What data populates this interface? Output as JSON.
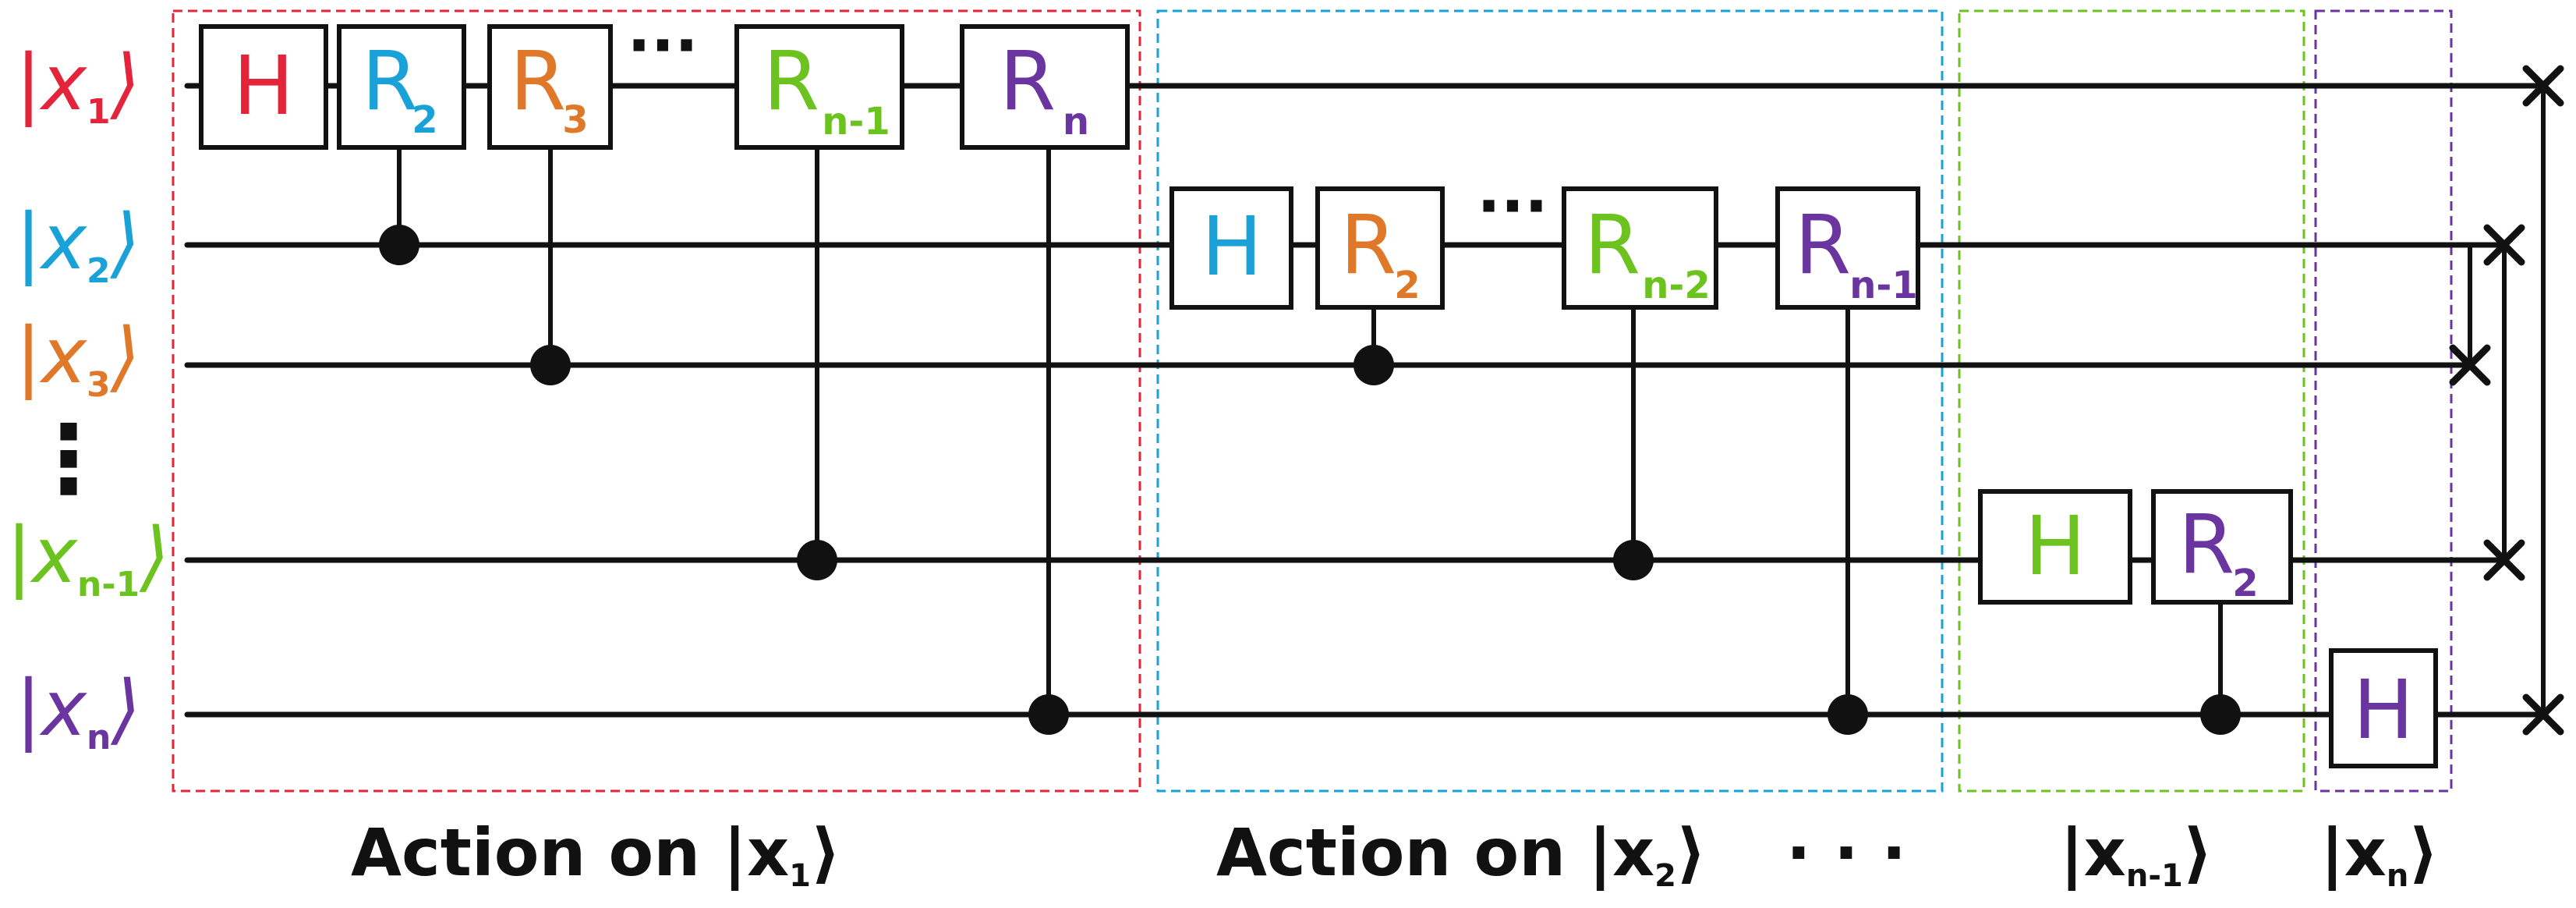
{
  "colors": {
    "x1": "#e4243b",
    "x2": "#1aa2d8",
    "x3": "#e0782a",
    "xn1": "#6cc21e",
    "xn": "#6b35a0",
    "wire": "#111111"
  },
  "inputs": [
    {
      "prefix": "|x",
      "sub": "1",
      "suffix": "⟩",
      "color_key": "x1"
    },
    {
      "prefix": "|x",
      "sub": "2",
      "suffix": "⟩",
      "color_key": "x2"
    },
    {
      "prefix": "|x",
      "sub": "3",
      "suffix": "⟩",
      "color_key": "x3"
    },
    {
      "prefix": "|x",
      "sub": "n-1",
      "suffix": "⟩",
      "color_key": "xn1"
    },
    {
      "prefix": "|x",
      "sub": "n",
      "suffix": "⟩",
      "color_key": "xn"
    }
  ],
  "ellipsis": "⋮",
  "gate_ellipsis": "···",
  "gates": [
    {
      "label": "H",
      "sub": "",
      "color_key": "x1"
    },
    {
      "label": "R",
      "sub": "2",
      "color_key": "x2"
    },
    {
      "label": "R",
      "sub": "3",
      "color_key": "x3"
    },
    {
      "label": "R",
      "sub": "n-1",
      "color_key": "xn1"
    },
    {
      "label": "R",
      "sub": "n",
      "color_key": "xn"
    },
    {
      "label": "H",
      "sub": "",
      "color_key": "x2"
    },
    {
      "label": "R",
      "sub": "2",
      "color_key": "x3"
    },
    {
      "label": "R",
      "sub": "n-2",
      "color_key": "xn1"
    },
    {
      "label": "R",
      "sub": "n-1",
      "color_key": "xn"
    },
    {
      "label": "H",
      "sub": "",
      "color_key": "xn1"
    },
    {
      "label": "R",
      "sub": "2",
      "color_key": "xn"
    },
    {
      "label": "H",
      "sub": "",
      "color_key": "xn"
    }
  ],
  "captions": {
    "group1": {
      "text": "Action  on  |x",
      "sub": "1",
      "close": "⟩"
    },
    "group2": {
      "text": "Action  on  |x",
      "sub": "2",
      "close": "⟩"
    },
    "between": "· · ·",
    "group3": {
      "text": "|x",
      "sub": "n-1",
      "close": "⟩"
    },
    "group4": {
      "text": "|x",
      "sub": "n",
      "close": "⟩"
    }
  }
}
